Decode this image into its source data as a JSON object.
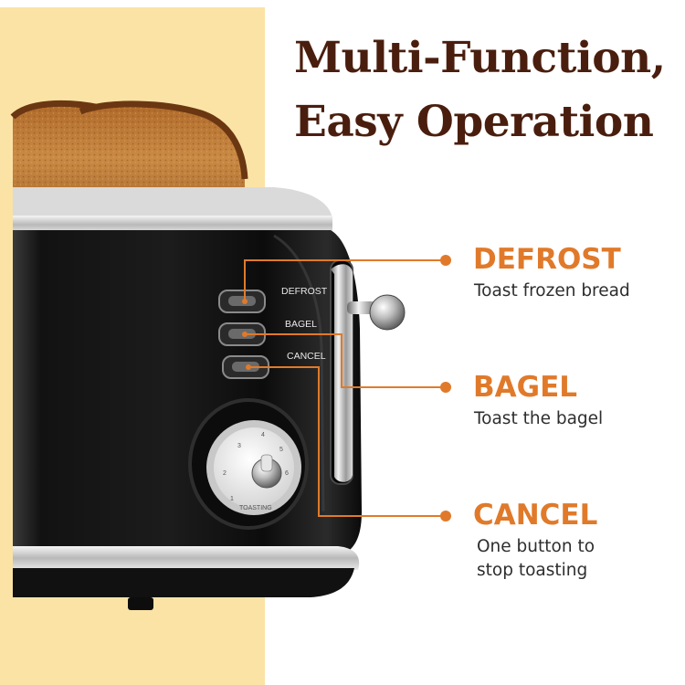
{
  "headline": {
    "line1": "Multi-Function,",
    "line2": "Easy Operation"
  },
  "features": [
    {
      "id": "defrost",
      "title": "DEFROST",
      "desc": [
        "Toast frozen bread"
      ]
    },
    {
      "id": "bagel",
      "title": "BAGEL",
      "desc": [
        "Toast the bagel"
      ]
    },
    {
      "id": "cancel",
      "title": "CANCEL",
      "desc": [
        "One button to",
        "stop toasting"
      ]
    }
  ],
  "toaster": {
    "button_labels": {
      "defrost": "DEFROST",
      "bagel": "BAGEL",
      "cancel": "CANCEL"
    },
    "dial_numbers": [
      "1",
      "2",
      "3",
      "4",
      "5",
      "6"
    ],
    "dial_caption": "TOASTING"
  },
  "colors": {
    "headline": "#4a1e0e",
    "accent": "#e07a2a",
    "backdrop": "#fbe3a6",
    "toaster_body": "#151515"
  }
}
